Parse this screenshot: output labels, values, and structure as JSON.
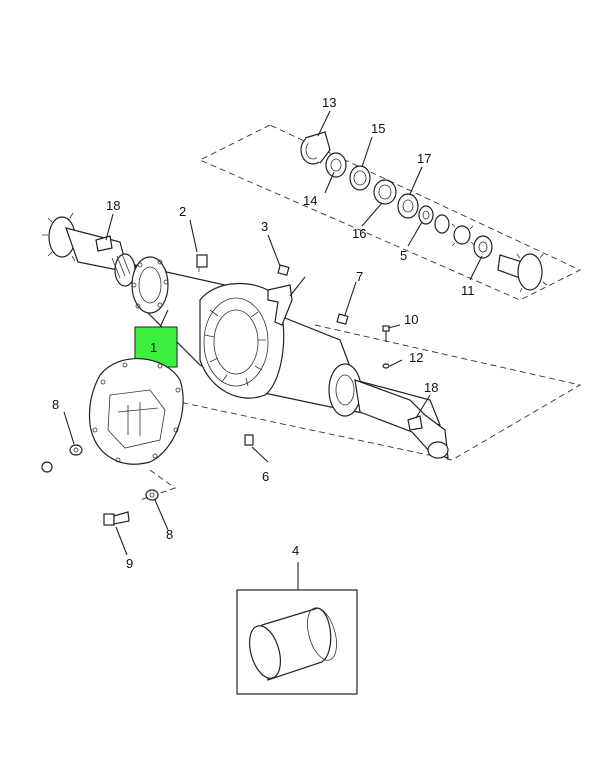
{
  "callouts": {
    "c1": "1",
    "c2": "2",
    "c3": "3",
    "c4": "4",
    "c5": "5",
    "c6": "6",
    "c7": "7",
    "c8a": "8",
    "c8b": "8",
    "c9": "9",
    "c10": "10",
    "c11": "11",
    "c12": "12",
    "c13": "13",
    "c14": "14",
    "c15": "15",
    "c16": "16",
    "c17": "17",
    "c18a": "18",
    "c18b": "18"
  },
  "colors": {
    "highlight": "#3ef03e",
    "line": "#222222"
  },
  "selected_part": "1"
}
